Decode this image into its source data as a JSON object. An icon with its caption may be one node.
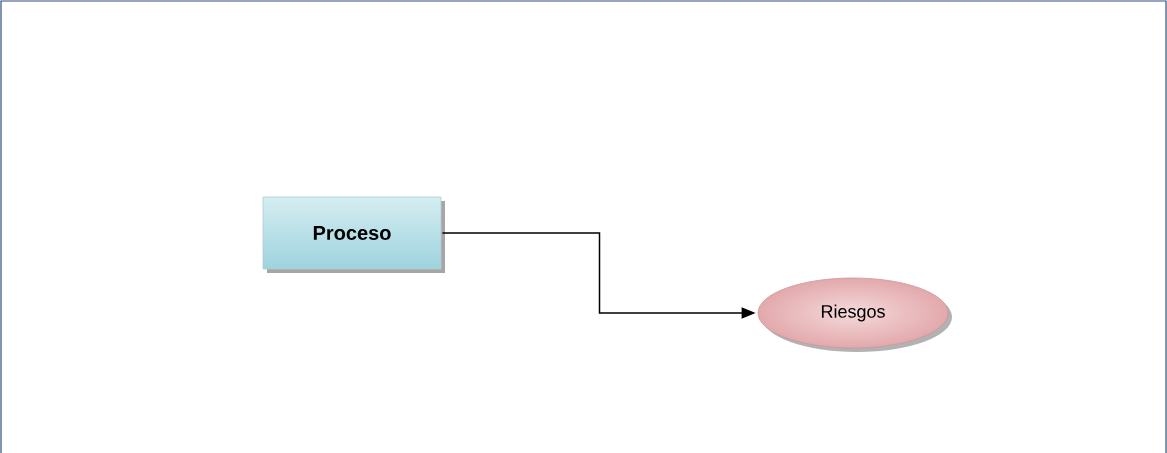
{
  "diagram": {
    "nodes": [
      {
        "text": [
          "Proceso"
        ]
      },
      {
        "text": [
          "Riesgos"
        ]
      }
    ],
    "edges": [
      {
        "from": 0,
        "to": 1,
        "arrow": "to"
      }
    ]
  }
}
